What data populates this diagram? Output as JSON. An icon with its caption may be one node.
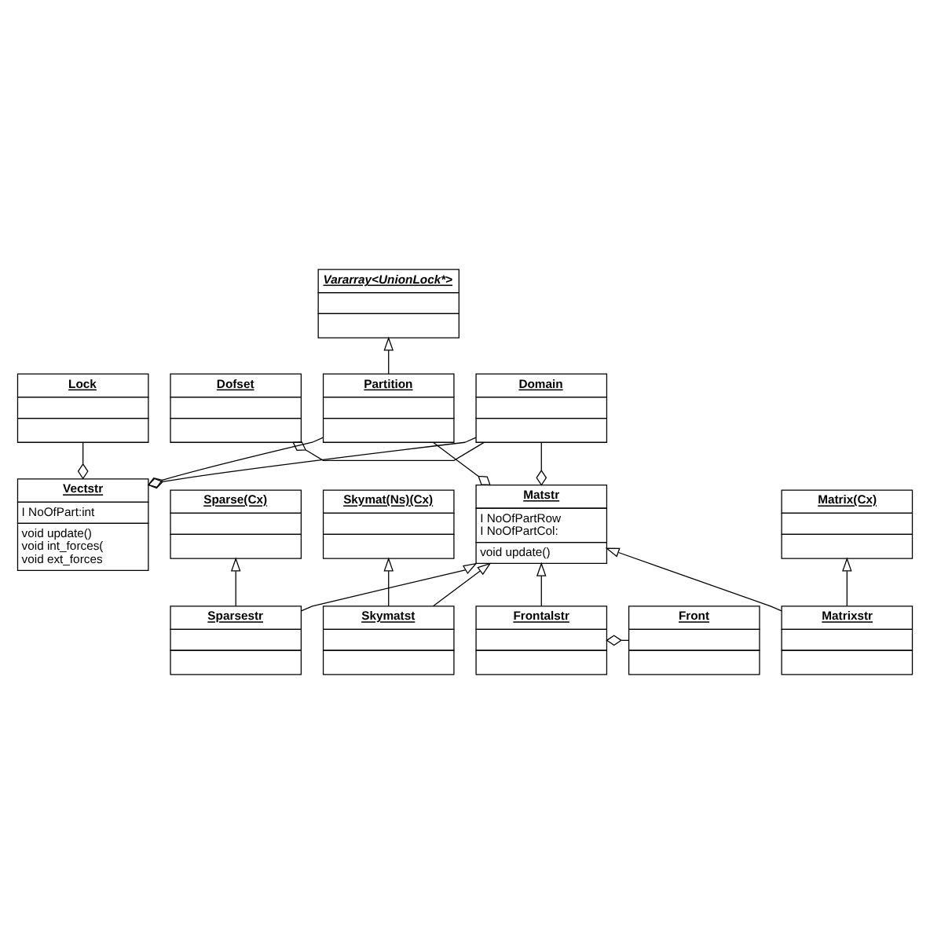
{
  "diagram": {
    "nodes": [
      {
        "text": [
          "Lock"
        ]
      },
      {
        "text": [
          "Domain"
        ]
      },
      {
        "text": [
          "Dofset"
        ]
      },
      {
        "text": [
          "Vectstr",
          "I NoOfPart:int",
          "void update()",
          "void int_forces(",
          "void ext_forces"
        ]
      },
      {
        "text": [
          "Vararray<UnionLock*>"
        ]
      },
      {
        "text": [
          "Matstr",
          "I NoOfPartRow",
          "I NoOfPartCol:",
          "void update()"
        ]
      },
      {
        "text": [
          "Partition"
        ]
      },
      {
        "text": [
          "Sparse(Cx)"
        ]
      },
      {
        "text": [
          "Skymat(Ns)(Cx)"
        ]
      },
      {
        "text": [
          "Matrix(Cx)"
        ]
      },
      {
        "text": [
          "Sparsestr"
        ]
      },
      {
        "text": [
          "Skymatst"
        ]
      },
      {
        "text": [
          "Matrixstr"
        ]
      },
      {
        "text": [
          "Frontalstr"
        ]
      },
      {
        "text": [
          "Front"
        ]
      }
    ],
    "edges": [
      {
        "from": 2,
        "to": 1,
        "arrow": "other"
      },
      {
        "from": 3,
        "to": 0,
        "arrow": "other"
      },
      {
        "from": 3,
        "to": 1,
        "arrow": "other"
      },
      {
        "from": 5,
        "to": 1,
        "arrow": "other"
      },
      {
        "from": 6,
        "to": 4,
        "arrow": "to"
      },
      {
        "from": 3,
        "to": 6,
        "arrow": "other"
      },
      {
        "from": 5,
        "to": 6,
        "arrow": "other"
      },
      {
        "from": 10,
        "to": 5,
        "arrow": "to"
      },
      {
        "from": 11,
        "to": 5,
        "arrow": "to"
      },
      {
        "from": 12,
        "to": 5,
        "arrow": "to"
      },
      {
        "from": 13,
        "to": 5,
        "arrow": "to"
      },
      {
        "from": 10,
        "to": 7,
        "arrow": "to"
      },
      {
        "from": 11,
        "to": 8,
        "arrow": "to"
      },
      {
        "from": 12,
        "to": 9,
        "arrow": "to"
      },
      {
        "from": 13,
        "to": 14,
        "arrow": "other"
      }
    ]
  }
}
